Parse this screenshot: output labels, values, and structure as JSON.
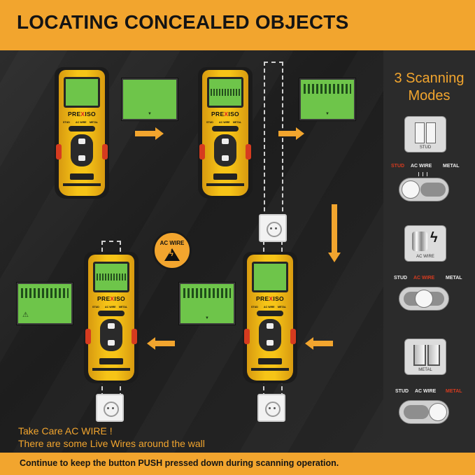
{
  "header": {
    "title": "LOCATING CONCEALED OBJECTS"
  },
  "device": {
    "brand_pre": "PRE",
    "brand_x": "X",
    "brand_post": "ISO",
    "mode_stud": "STUD",
    "mode_ac": "AC WIRE",
    "mode_metal": "METAL"
  },
  "badge": {
    "label": "AC WIRE"
  },
  "warning": {
    "line1": "Take Care AC WIRE !",
    "line2": "There are some Live Wires around the wall"
  },
  "footer": {
    "text": "Continue to keep the button PUSH pressed down during scanning operation."
  },
  "panel": {
    "title_line1": "3 Scanning",
    "title_line2": "Modes",
    "modes": [
      {
        "icon_label": "STUD",
        "active": "STUD"
      },
      {
        "icon_label": "AC WIRE",
        "active": "AC WIRE"
      },
      {
        "icon_label": "METAL",
        "active": "METAL"
      }
    ],
    "switch_labels": [
      "STUD",
      "AC WIRE",
      "METAL"
    ]
  },
  "colors": {
    "accent": "#f2a52e",
    "lcd": "#6ec54a",
    "active_mode": "#d63b1f"
  }
}
